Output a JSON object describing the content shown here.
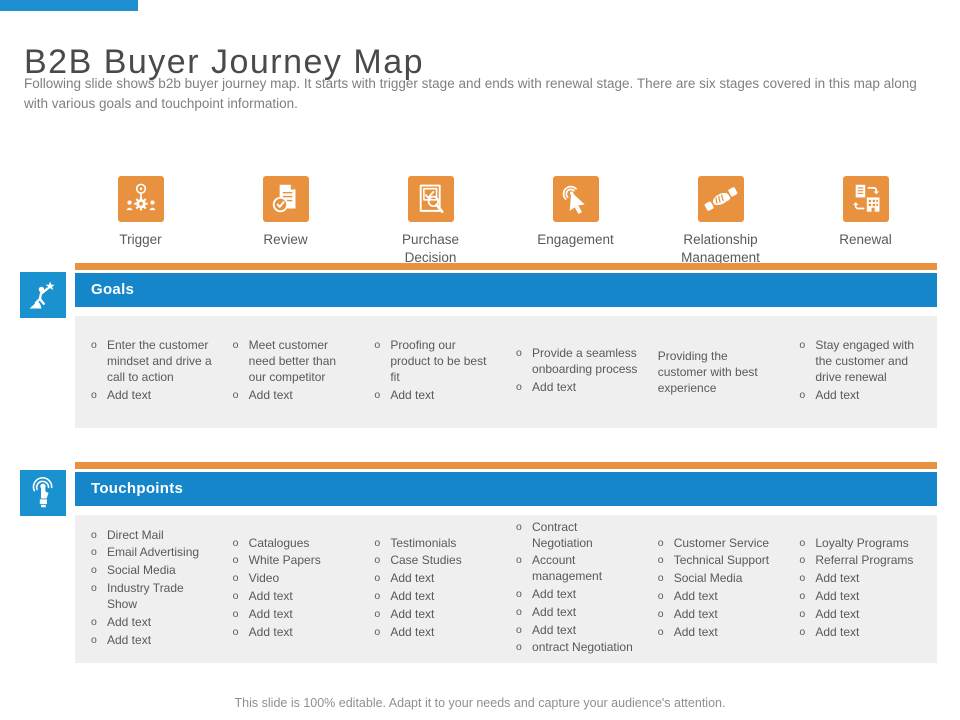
{
  "colors": {
    "accent_orange": "#E8913E",
    "bar_blue": "#1486C9",
    "icon_blue": "#1A92D0",
    "top_accent_blue": "#1E90D2",
    "panel_gray": "#EFEFEF",
    "title_gray": "#4A4A4C",
    "body_gray": "#595959"
  },
  "header": {
    "title": "B2B Buyer Journey Map",
    "description": "Following slide shows b2b buyer journey map. It starts with trigger stage and ends with renewal stage. There are six stages covered in this map along with various goals and touchpoint information."
  },
  "stages": [
    {
      "label": "Trigger",
      "icon": "broadcast-people-icon"
    },
    {
      "label": "Review",
      "icon": "document-review-icon"
    },
    {
      "label": "Purchase Decision",
      "icon": "purchase-decision-icon"
    },
    {
      "label": "Engagement",
      "icon": "click-cursor-icon"
    },
    {
      "label": "Relationship Management",
      "icon": "handshake-icon"
    },
    {
      "label": "Renewal",
      "icon": "renewal-icon"
    }
  ],
  "goals": {
    "label": "Goals",
    "icon": "climber-star-icon",
    "columns": [
      {
        "bullets": true,
        "items": [
          "Enter the customer mindset and drive a call to action",
          "Add text"
        ]
      },
      {
        "bullets": true,
        "items": [
          "Meet customer need better than our competitor",
          "Add text"
        ]
      },
      {
        "bullets": true,
        "items": [
          "Proofing our product to be best fit",
          "Add text"
        ]
      },
      {
        "bullets": true,
        "items": [
          "Provide a seamless onboarding process",
          "Add text"
        ]
      },
      {
        "bullets": false,
        "items": [
          "Providing the customer with best experience"
        ]
      },
      {
        "bullets": true,
        "items": [
          "Stay engaged with the customer and drive renewal",
          "Add text"
        ]
      }
    ]
  },
  "touchpoints": {
    "label": "Touchpoints",
    "icon": "touch-tap-icon",
    "columns": [
      {
        "bullets": true,
        "items": [
          "Direct Mail",
          "Email Advertising",
          "Social Media",
          "Industry Trade Show",
          "Add text",
          "Add text"
        ]
      },
      {
        "bullets": true,
        "items": [
          "Catalogues",
          "White Papers",
          "Video",
          "Add text",
          "Add text",
          "Add text"
        ]
      },
      {
        "bullets": true,
        "items": [
          "Testimonials",
          "Case Studies",
          "Add text",
          "Add text",
          "Add text",
          "Add text"
        ]
      },
      {
        "bullets": true,
        "items": [
          "Contract Negotiation",
          "Account management",
          "Add text",
          "Add text",
          "Add text",
          "ontract Negotiation"
        ]
      },
      {
        "bullets": true,
        "items": [
          "Customer Service",
          "Technical Support",
          "Social Media",
          "Add text",
          "Add text",
          "Add text"
        ]
      },
      {
        "bullets": true,
        "items": [
          "Loyalty Programs",
          "Referral Programs",
          "Add text",
          "Add text",
          "Add text",
          "Add text"
        ]
      }
    ]
  },
  "footer": {
    "note": "This slide is 100% editable. Adapt it to your needs and capture your audience's attention."
  }
}
